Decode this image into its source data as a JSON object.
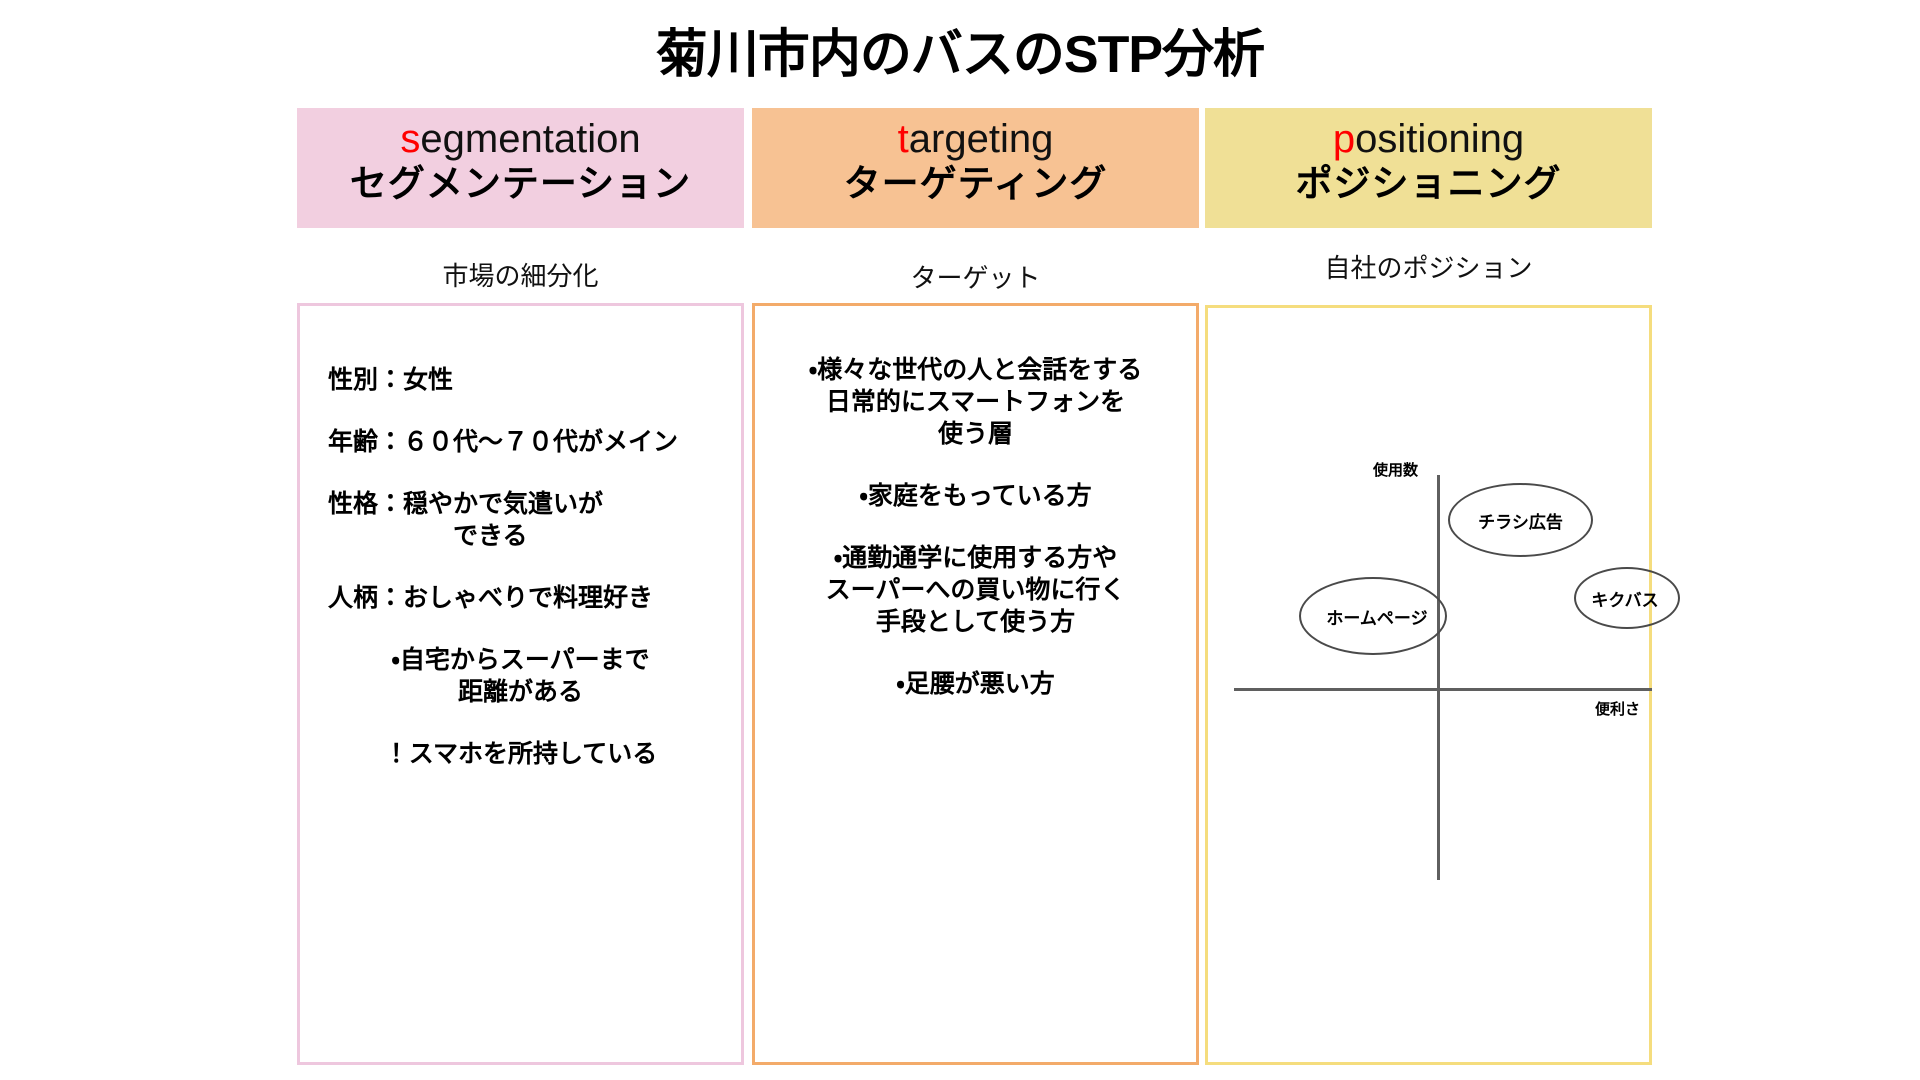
{
  "title": "菊川市内のバスのSTP分析",
  "columns": [
    {
      "key": "segmentation",
      "header_en_accent": "s",
      "header_en_rest": "egmentation",
      "header_jp": "セグメンテーション",
      "caption": "市場の細分化",
      "bar_color": "#f2cfe0",
      "border_color": "#eec7de",
      "entries": [
        {
          "align": "left",
          "text": "性別：女性"
        },
        {
          "align": "left",
          "text": "年齢：６０代〜７０代がメイン"
        },
        {
          "align": "left",
          "text": "性格：穏やかで気遣いが\n　　　　　できる"
        },
        {
          "align": "left",
          "text": "人柄：おしゃべりで料理好き"
        },
        {
          "align": "center",
          "text": "・自宅からスーパーまで\n距離がある"
        },
        {
          "align": "center",
          "text": "！スマホを所持している"
        }
      ]
    },
    {
      "key": "targeting",
      "header_en_accent": "t",
      "header_en_rest": "argeting",
      "header_jp": "ターゲティング",
      "caption": "ターゲット",
      "bar_color": "#f7c293",
      "border_color": "#f3ab6a",
      "entries": [
        {
          "align": "center",
          "text": "・様々な世代の人と会話をする\n日常的にスマートフォンを\n使う層"
        },
        {
          "align": "center",
          "text": "・家庭をもっている方"
        },
        {
          "align": "center",
          "text": "・通勤通学に使用する方や\nスーパーへの買い物に行く\n手段として使う方"
        },
        {
          "align": "center",
          "text": "・足腰が悪い方"
        }
      ]
    },
    {
      "key": "positioning",
      "header_en_accent": "p",
      "header_en_rest": "ositioning",
      "header_jp": "ポジショニング",
      "caption": "自社のポジション",
      "bar_color": "#f0e096",
      "border_color": "#f5dd7e",
      "entries": []
    }
  ],
  "accent_color": "#ff0000",
  "chart_data": {
    "type": "scatter",
    "title": "自社のポジション",
    "xlabel": "便利さ",
    "ylabel": "使用数",
    "xlim": [
      -1,
      1
    ],
    "ylim": [
      -1,
      1
    ],
    "grid": false,
    "legend": "none",
    "axis_style": "quadrant-cross",
    "points": [
      {
        "label": "チラシ広告",
        "x": 0.18,
        "y": 0.62
      },
      {
        "label": "ホームページ",
        "x": -0.45,
        "y": 0.2
      },
      {
        "label": "キクバス",
        "x": 0.62,
        "y": 0.26
      }
    ]
  }
}
